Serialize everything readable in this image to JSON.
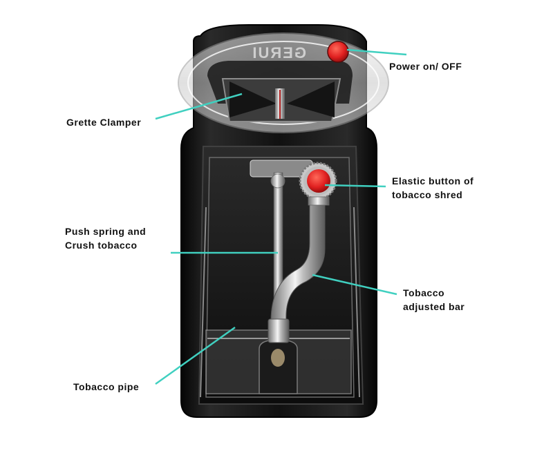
{
  "device": {
    "brand_logo": "GERUI"
  },
  "colors": {
    "callout_line": "#40d0c0",
    "power_button": "#e02020",
    "body": "#111111",
    "chrome": "#d0d0d0"
  },
  "labels": {
    "power": "Power on/ OFF",
    "clamper": "Grette Clamper",
    "elastic": "Elastic button of\ntobacco shred",
    "push": "Push spring and\nCrush tobacco",
    "bar": "Tobacco\nadjusted bar",
    "pipe": "Tobacco pipe"
  }
}
